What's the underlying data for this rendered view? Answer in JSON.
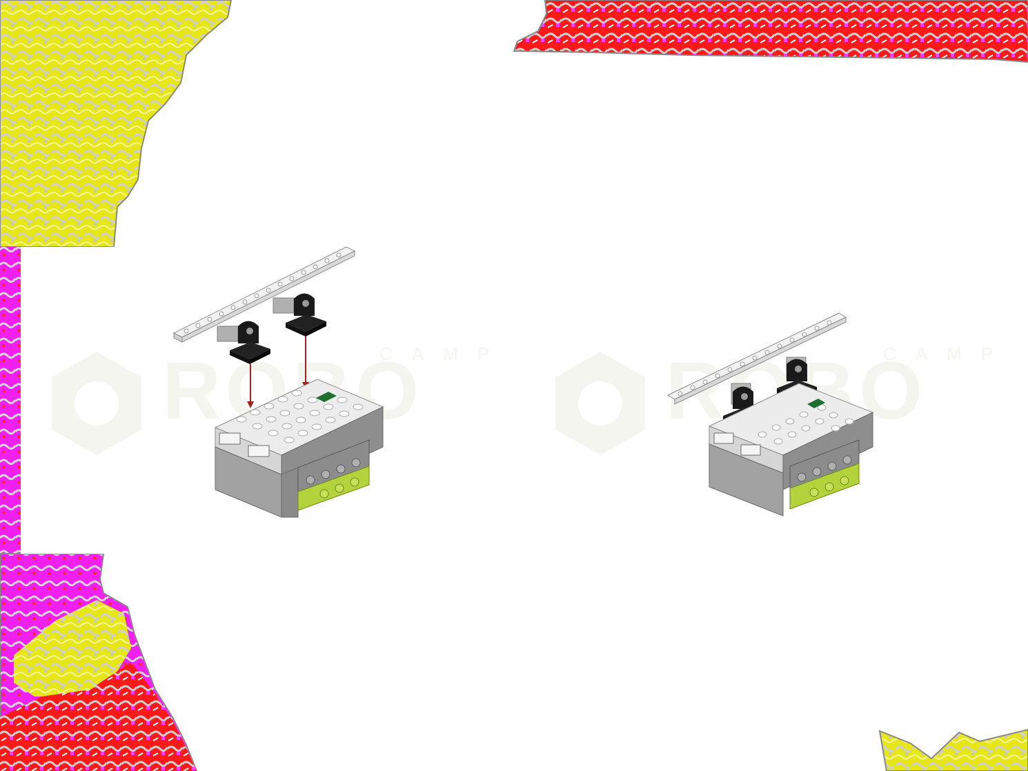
{
  "slide": {
    "background": "#ffffff",
    "border_colors": [
      "#e6e60a",
      "#ff0000",
      "#ff00ff",
      "#c8c8c8"
    ]
  },
  "watermark": {
    "small_text": "CAMP",
    "large_text": "ROBO",
    "color": "#8a8a4a"
  },
  "step_left": {
    "parts": [
      "white-beam-1x15",
      "black-technic-bracket",
      "black-technic-bracket",
      "smart-hub"
    ],
    "arrow_color": "#a0241c"
  },
  "step_right": {
    "parts": [
      "smart-hub-assembled"
    ]
  },
  "colors": {
    "hub_top": "#e8e8e8",
    "hub_side": "#9a9a9a",
    "hub_dark": "#7d7d7d",
    "lime": "#b4d23c",
    "green_button": "#1e6e32",
    "bracket": "#1a1a1a"
  }
}
